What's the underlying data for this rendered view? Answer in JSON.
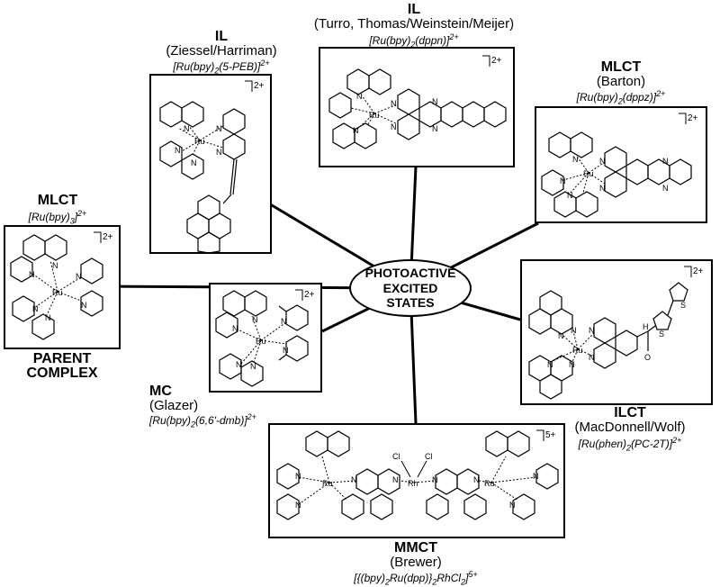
{
  "center": {
    "line1": "PHOTOACTIVE",
    "line2": "EXCITED",
    "line3": "STATES"
  },
  "parent": {
    "type": "MLCT",
    "formula_pre": "[Ru(bpy)",
    "formula_sub": "3",
    "formula_post": "]",
    "formula_sup": "2+",
    "caption1": "PARENT",
    "caption2": "COMPLEX",
    "charge": "2+",
    "metal": "Ru"
  },
  "il_ziessel": {
    "type": "IL",
    "authors": "(Ziessel/Harriman)",
    "formula_pre": "[Ru(bpy)",
    "formula_sub": "2",
    "formula_post": "(5-PEB)]",
    "formula_sup": "2+",
    "charge": "2+",
    "metal": "Ru"
  },
  "il_turro": {
    "type": "IL",
    "authors": "(Turro, Thomas/Weinstein/Meijer)",
    "formula_pre": "[Ru(bpy)",
    "formula_sub": "2",
    "formula_post": "(dppn)]",
    "formula_sup": "2+",
    "charge": "2+",
    "metal": "Ru"
  },
  "mlct_barton": {
    "type": "MLCT",
    "authors": "(Barton)",
    "formula_pre": "[Ru(bpy)",
    "formula_sub": "2",
    "formula_post": "(dppz)]",
    "formula_sup": "2+",
    "charge": "2+",
    "metal": "Ru"
  },
  "mc_glazer": {
    "type": "MC",
    "authors": "(Glazer)",
    "formula_pre": "[Ru(bpy)",
    "formula_sub": "2",
    "formula_post": "(6,6'-dmb)]",
    "formula_sup": "2+",
    "charge": "2+",
    "metal": "Ru"
  },
  "ilct": {
    "type": "ILCT",
    "authors": "(MacDonnell/Wolf)",
    "formula_pre": "[Ru(phen)",
    "formula_sub": "2",
    "formula_post": "(PC-2T)]",
    "formula_sup": "2+",
    "charge": "2+",
    "metal": "Ru",
    "atom_s": "S",
    "atom_nh": "H",
    "atom_o": "O"
  },
  "mmct": {
    "type": "MMCT",
    "authors": "(Brewer)",
    "formula_pre": "[{(bpy)",
    "formula_sub1": "2",
    "formula_mid": "Ru(dpp)}",
    "formula_sub2": "2",
    "formula_post": "RhCl",
    "formula_sub3": "2",
    "formula_end": "]",
    "formula_sup": "5+",
    "charge": "5+",
    "metal1": "Ru",
    "metal2": "Rh",
    "metal3": "Ru",
    "cl": "Cl"
  },
  "atoms": {
    "n": "N"
  }
}
